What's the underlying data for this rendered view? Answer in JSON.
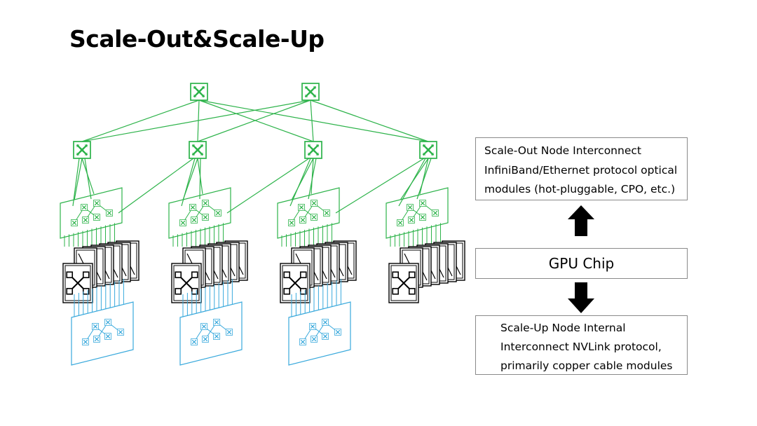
{
  "title": "Scale-Out&Scale-Up",
  "colors": {
    "scale_out": "#2db34a",
    "scale_up": "#39a9dc",
    "gpu": "#000000",
    "box_border": "#8a8a8a"
  },
  "icons": {
    "switch": "switch-icon",
    "gpu": "gpu-chip-icon",
    "arrow_up": "arrow-up-icon",
    "arrow_down": "arrow-down-icon"
  },
  "scale_out_box": {
    "lines": [
      "Scale-Out Node Interconnect",
      "InfiniBand/Ethernet protocol optical",
      "modules (hot-pluggable, CPO, etc.)"
    ]
  },
  "gpu_box": {
    "label": "GPU Chip"
  },
  "scale_up_box": {
    "lines": [
      "Scale-Up Node Internal",
      "Interconnect NVLink protocol,",
      "primarily copper cable modules"
    ]
  }
}
